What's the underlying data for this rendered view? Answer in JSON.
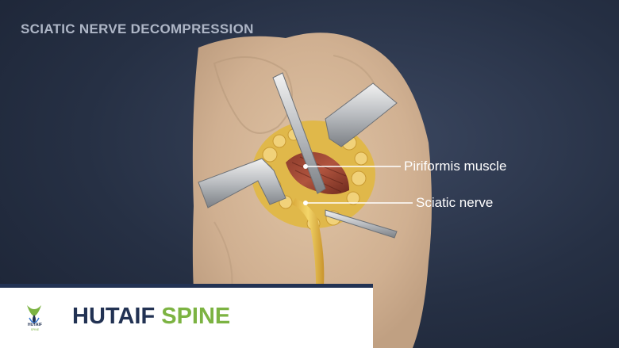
{
  "title": "SCIATIC NERVE DECOMPRESSION",
  "labels": {
    "piriformis": "Piriformis muscle",
    "sciatic": "Sciatic nerve"
  },
  "brand": {
    "name_part1": "HUTAIF",
    "name_part2": "SPINE",
    "logo_text": "HUTAIF",
    "logo_subtext": "SPINE",
    "colors": {
      "navy": "#223253",
      "green": "#7cb342"
    }
  },
  "icons": [
    "hutaif-spine-logo-icon"
  ]
}
